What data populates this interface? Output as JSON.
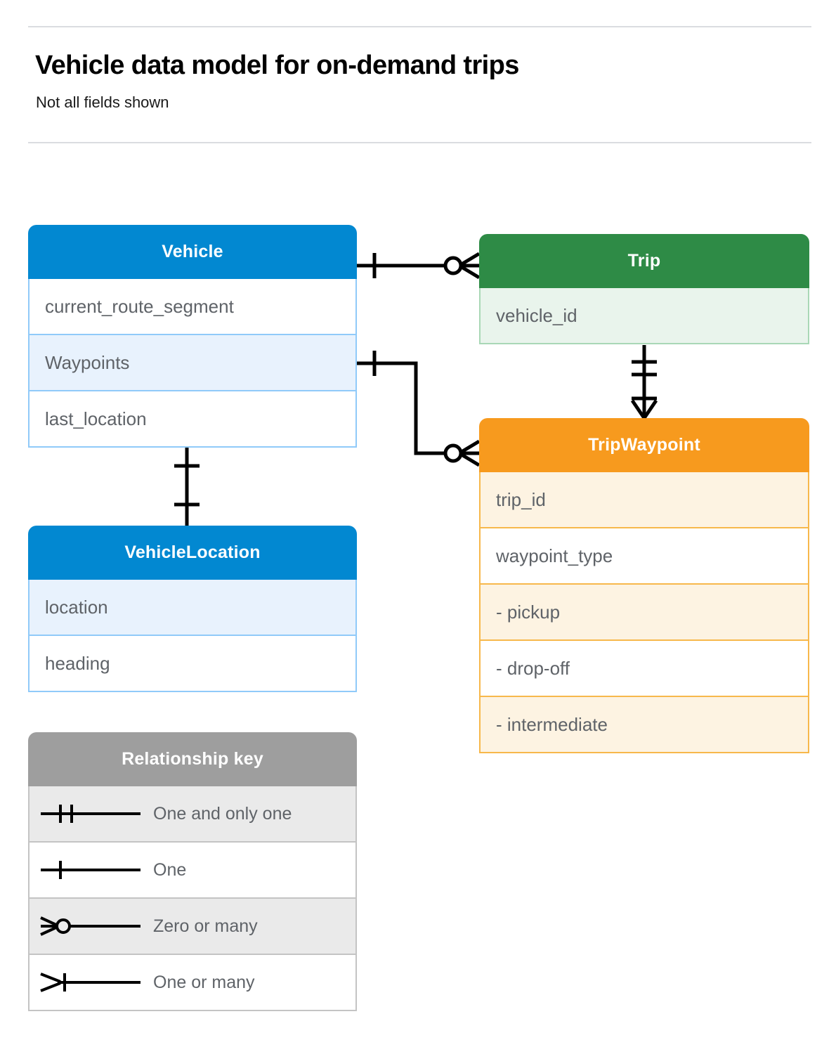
{
  "header": {
    "title": "Vehicle data model for on-demand trips",
    "subtitle": "Not all fields shown"
  },
  "entities": [
    {
      "id": "vehicle",
      "name": "Vehicle",
      "color": "#0288d1",
      "fields": [
        "current_route_segment",
        "Waypoints",
        "last_location"
      ]
    },
    {
      "id": "trip",
      "name": "Trip",
      "color": "#2e8b46",
      "fields": [
        "vehicle_id"
      ]
    },
    {
      "id": "tripwaypoint",
      "name": "TripWaypoint",
      "color": "#f79a1e",
      "fields": [
        "trip_id",
        "waypoint_type",
        "-  pickup",
        "-  drop-off",
        "-  intermediate"
      ]
    },
    {
      "id": "vehiclelocation",
      "name": "VehicleLocation",
      "color": "#0288d1",
      "fields": [
        "location",
        "heading"
      ]
    }
  ],
  "legend": {
    "title": "Relationship key",
    "color": "#9e9e9e",
    "rows": [
      {
        "symbol": "one-and-only-one",
        "label": "One and only one"
      },
      {
        "symbol": "one",
        "label": "One"
      },
      {
        "symbol": "zero-or-many",
        "label": "Zero or many"
      },
      {
        "symbol": "one-or-many",
        "label": "One or many"
      }
    ]
  },
  "relationships": [
    {
      "from": "Vehicle",
      "to": "Trip",
      "from_cardinality": "One",
      "to_cardinality": "Zero or many"
    },
    {
      "from": "Vehicle.Waypoints",
      "to": "TripWaypoint",
      "from_cardinality": "One",
      "to_cardinality": "Zero or many"
    },
    {
      "from": "Trip",
      "to": "TripWaypoint",
      "from_cardinality": "One and only one",
      "to_cardinality": "One or many"
    },
    {
      "from": "Vehicle",
      "to": "VehicleLocation",
      "from_cardinality": "One",
      "to_cardinality": "One"
    }
  ]
}
